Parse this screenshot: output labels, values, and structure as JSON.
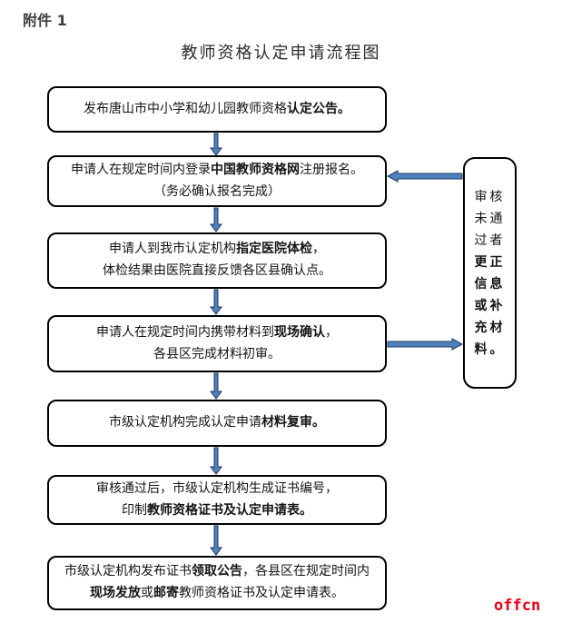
{
  "page": {
    "attachment_label": "附件 1",
    "title": "教师资格认定申请流程图",
    "watermark": "offcn"
  },
  "colors": {
    "arrow_fill": "#4F81BD",
    "arrow_stroke": "#1F3864",
    "box_border": "#000000",
    "watermark_red": "#E60012"
  },
  "flowchart": {
    "steps": [
      {
        "name": "announcement",
        "lines": [
          [
            {
              "t": "发布唐山市中小学和幼儿园教师资格",
              "b": false
            },
            {
              "t": "认定公告。",
              "b": true
            }
          ]
        ]
      },
      {
        "name": "online-registration",
        "lines": [
          [
            {
              "t": "申请人在规定时间内登录",
              "b": false
            },
            {
              "t": "中国教师资格网",
              "b": true
            },
            {
              "t": "注册报名。",
              "b": false
            }
          ],
          [
            {
              "t": "（务必确认报名完成）",
              "b": false
            }
          ]
        ]
      },
      {
        "name": "medical-exam",
        "lines": [
          [
            {
              "t": "申请人到我市认定机构",
              "b": false
            },
            {
              "t": "指定医院体检",
              "b": true
            },
            {
              "t": "，",
              "b": false
            }
          ],
          [
            {
              "t": "体检结果由医院直接反馈各区县确认点。",
              "b": false
            }
          ]
        ]
      },
      {
        "name": "onsite-confirmation",
        "lines": [
          [
            {
              "t": "申请人在规定时间内携带材料到",
              "b": false
            },
            {
              "t": "现场确认",
              "b": true
            },
            {
              "t": "，",
              "b": false
            }
          ],
          [
            {
              "t": "各县区完成材料初审。",
              "b": false
            }
          ]
        ]
      },
      {
        "name": "material-review",
        "lines": [
          [
            {
              "t": "市级认定机构完成认定申请",
              "b": false
            },
            {
              "t": "材料复审。",
              "b": true
            }
          ]
        ]
      },
      {
        "name": "certificate-generation",
        "lines": [
          [
            {
              "t": "审核通过后，市级认定机构生成证书编号，",
              "b": false
            }
          ],
          [
            {
              "t": "印制",
              "b": false
            },
            {
              "t": "教师资格证书及认定申请表。",
              "b": true
            }
          ]
        ]
      },
      {
        "name": "certificate-issuance",
        "lines": [
          [
            {
              "t": "市级认定机构发布证书",
              "b": false
            },
            {
              "t": "领取公告",
              "b": true
            },
            {
              "t": "，各县区在规定时间内",
              "b": false
            }
          ],
          [
            {
              "t": "现场发放",
              "b": true
            },
            {
              "t": "或",
              "b": false
            },
            {
              "t": "邮寄",
              "b": true
            },
            {
              "t": "教师资格证书及认定申请表。",
              "b": false
            }
          ]
        ]
      }
    ],
    "side_box": {
      "name": "rejection-loop",
      "rows": [
        {
          "t": "审核",
          "b": false
        },
        {
          "t": "未通",
          "b": false
        },
        {
          "t": "过者",
          "b": false
        },
        {
          "t": "更正",
          "b": true
        },
        {
          "t": "信息",
          "b": true
        },
        {
          "t": "或补",
          "b": true
        },
        {
          "t": "充材",
          "b": true
        },
        {
          "t": "料。",
          "b": true
        }
      ]
    }
  }
}
